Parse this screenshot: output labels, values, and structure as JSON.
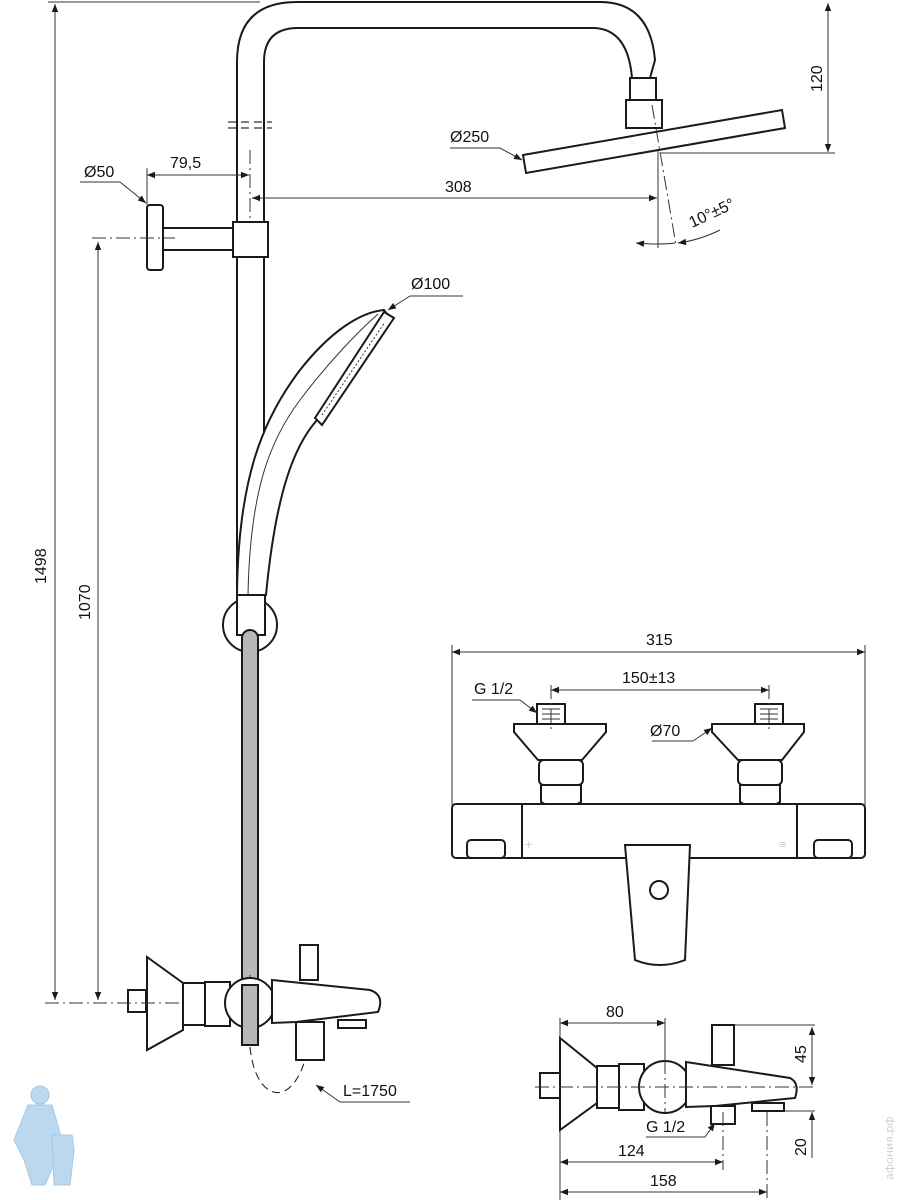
{
  "drawing": {
    "type": "technical-dimension-drawing",
    "subject": "thermostatic bath/shower system with overhead shower, hand shower and bath mixer",
    "main_view": {
      "dimensions": {
        "total_height": "1498",
        "mixer_to_wall_bracket": "1070",
        "wall_bracket_diameter": "Ø50",
        "wall_bracket_offset": "79,5",
        "overhead_arm_reach": "308",
        "overhead_drop": "120",
        "overhead_shower_diameter": "Ø250",
        "overhead_tilt": "10°±5°",
        "hand_shower_diameter": "Ø100",
        "hose_length": "L=1750"
      }
    },
    "front_view": {
      "dimensions": {
        "total_width": "315",
        "inlet_spacing": "150±13",
        "inlet_thread": "G 1/2",
        "escutcheon_diameter": "Ø70"
      }
    },
    "side_view": {
      "dimensions": {
        "wall_to_shower_outlet": "80",
        "above_axis": "45",
        "below_axis": "20",
        "outlet_thread": "G 1/2",
        "wall_to_shower_connection": "124",
        "wall_to_spout": "158"
      }
    }
  },
  "watermark": {
    "text": "афония.рф",
    "logo": "plumber-mascot-logo"
  }
}
